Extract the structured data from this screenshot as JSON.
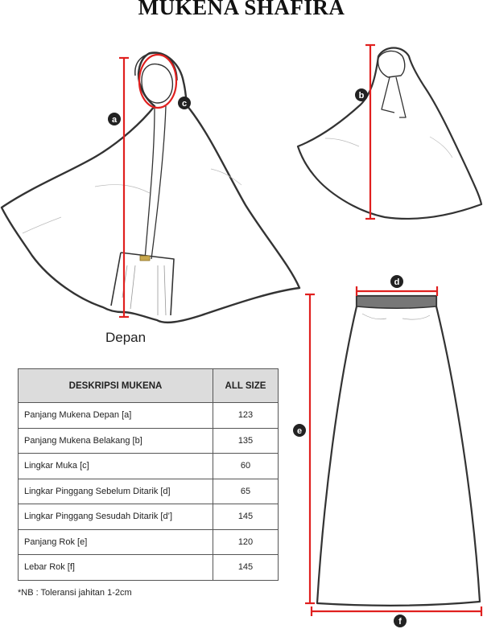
{
  "title": "MUKENA SHAFIRA",
  "front_label": "Depan",
  "markers": {
    "a": "a",
    "b": "b",
    "c": "c",
    "d": "d",
    "e": "e",
    "f": "f"
  },
  "table": {
    "headers": [
      "DESKRIPSI MUKENA",
      "ALL SIZE"
    ],
    "rows": [
      {
        "label": "Panjang Mukena Depan [a]",
        "value": "123"
      },
      {
        "label": "Panjang Mukena Belakang [b]",
        "value": "135"
      },
      {
        "label": "Lingkar Muka [c]",
        "value": "60"
      },
      {
        "label": "Lingkar Pinggang Sebelum Ditarik [d]",
        "value": "65"
      },
      {
        "label": "Lingkar Pinggang Sesudah Ditarik [d’]",
        "value": "145"
      },
      {
        "label": "Panjang Rok [e]",
        "value": "120"
      },
      {
        "label": "Lebar Rok [f]",
        "value": "145"
      }
    ]
  },
  "note": "*NB : Toleransi jahitan 1-2cm",
  "colors": {
    "measure_line": "#e0201f",
    "outline": "#333333",
    "badge": "#222222",
    "waistband": "#777777"
  }
}
